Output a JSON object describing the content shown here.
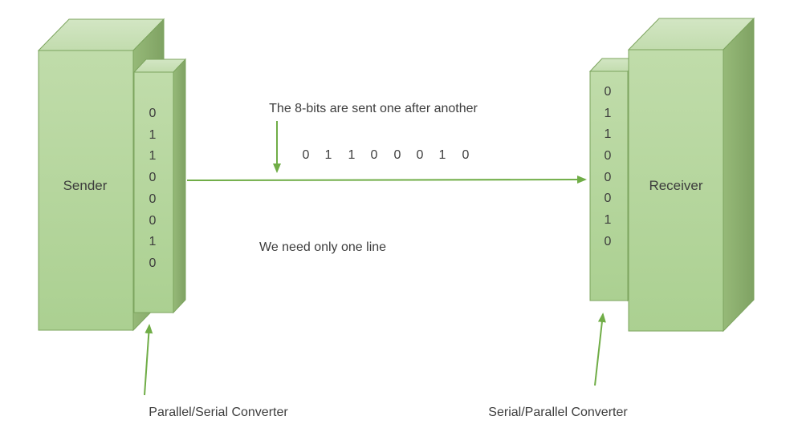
{
  "diagram": {
    "topic": "serial-transmission",
    "background": "#ffffff"
  },
  "sender": {
    "label": "Sender"
  },
  "receiver": {
    "label": "Receiver"
  },
  "sender_converter": {
    "label": "Parallel/Serial Converter",
    "bits": [
      "0",
      "1",
      "1",
      "0",
      "0",
      "0",
      "1",
      "0"
    ]
  },
  "receiver_converter": {
    "label": "Serial/Parallel Converter",
    "bits": [
      "0",
      "1",
      "1",
      "0",
      "0",
      "0",
      "1",
      "0"
    ]
  },
  "serial_stream": {
    "bits": [
      "0",
      "1",
      "1",
      "0",
      "0",
      "0",
      "1",
      "0"
    ]
  },
  "annotations": {
    "top_note": "The 8-bits are sent one after another",
    "bottom_note": "We need only one line"
  },
  "colors": {
    "box_front": "#b5d69d",
    "box_top": "#cde3bc",
    "box_side": "#8cae6e",
    "box_stroke": "#7ca45e",
    "arrow_green": "#70ad47",
    "text": "#3d3d3d"
  }
}
